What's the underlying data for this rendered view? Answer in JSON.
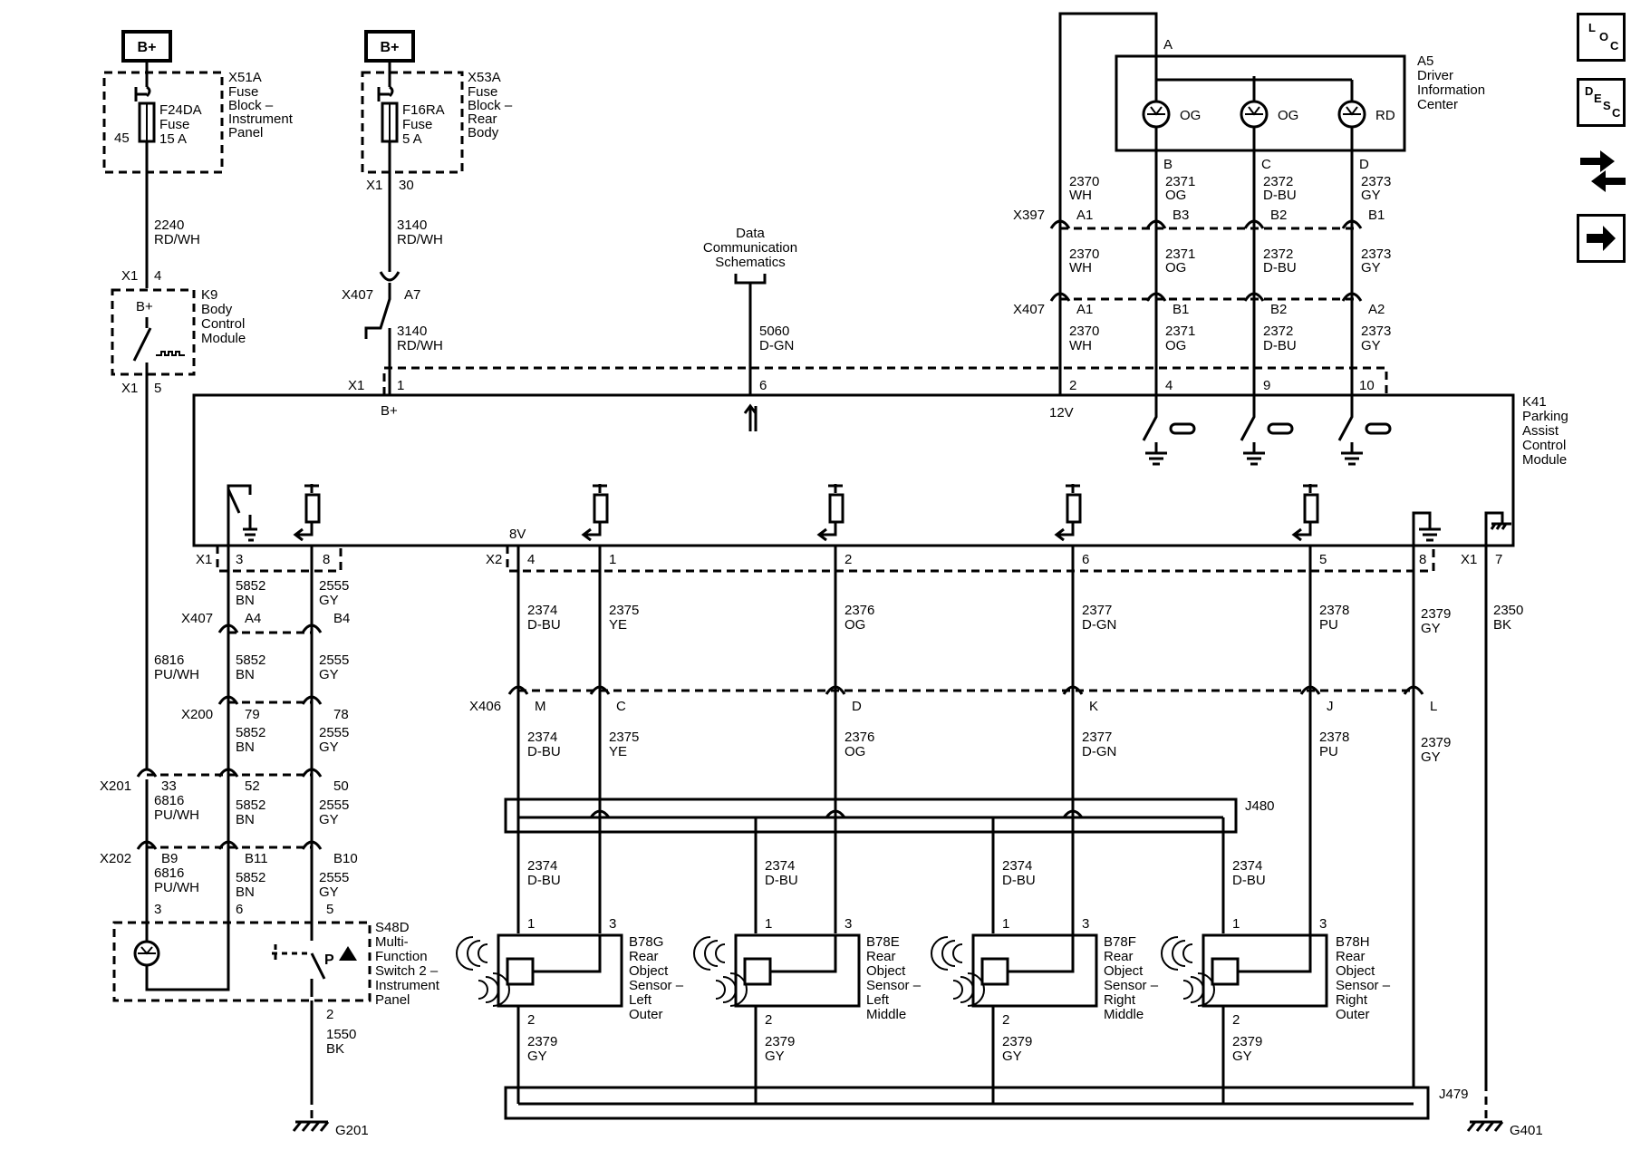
{
  "power": {
    "left": "B+",
    "mid": "B+"
  },
  "fuse_left": {
    "id": "X51A",
    "title": [
      "Fuse",
      "Block –",
      "Instrument",
      "Panel"
    ],
    "fuse": [
      "F24DA",
      "Fuse",
      "15 A"
    ],
    "pin": "45"
  },
  "fuse_mid": {
    "id": "X53A",
    "title": [
      "Fuse",
      "Block –",
      "Rear",
      "Body"
    ],
    "fuse": [
      "F16RA",
      "Fuse",
      "5 A"
    ],
    "x1": "X1",
    "pin": "30"
  },
  "bcm": {
    "title": [
      "K9",
      "Body",
      "Control",
      "Module"
    ],
    "bplus": "B+",
    "x1a": "X1",
    "pin4": "4",
    "x1b": "X1",
    "pin5": "5"
  },
  "wires": {
    "w2240": [
      "2240",
      "RD/WH"
    ],
    "w3140a": [
      "3140",
      "RD/WH"
    ],
    "w3140b": [
      "3140",
      "RD/WH"
    ],
    "w5060": [
      "5060",
      "D-GN"
    ],
    "w2370a": [
      "2370",
      "WH"
    ],
    "w2371a": [
      "2371",
      "OG"
    ],
    "w2372a": [
      "2372",
      "D-BU"
    ],
    "w2373a": [
      "2373",
      "GY"
    ],
    "w2370b": [
      "2370",
      "WH"
    ],
    "w2371b": [
      "2371",
      "OG"
    ],
    "w2372b": [
      "2372",
      "D-BU"
    ],
    "w2373b": [
      "2373",
      "GY"
    ],
    "w2370c": [
      "2370",
      "WH"
    ],
    "w2371c": [
      "2371",
      "OG"
    ],
    "w2372c": [
      "2372",
      "D-BU"
    ],
    "w2373c": [
      "2373",
      "GY"
    ]
  },
  "dc_schem": [
    "Data",
    "Communication",
    "Schematics"
  ],
  "x407top": {
    "label": "X407",
    "pin": "A7"
  },
  "dic": {
    "title": [
      "A5",
      "Driver",
      "Information",
      "Center"
    ],
    "pinA": "A",
    "lamps": [
      "OG",
      "OG",
      "RD"
    ],
    "pins": [
      "B",
      "C",
      "D"
    ]
  },
  "x397": {
    "label": "X397",
    "pins": [
      "A1",
      "B3",
      "B2",
      "B1"
    ]
  },
  "x407b": {
    "label": "X407",
    "pins": [
      "A1",
      "B1",
      "B2",
      "A2"
    ]
  },
  "k41": {
    "title": [
      "K41",
      "Parking",
      "Assist",
      "Control",
      "Module"
    ],
    "x1": "X1",
    "pins_top": [
      "1",
      "6",
      "2",
      "4",
      "9",
      "10"
    ],
    "bplus": "B+",
    "v12": "12V",
    "v8": "8V",
    "x1b": "X1",
    "pins_b1": [
      "3",
      "8"
    ],
    "x2": "X2",
    "pins_b2": [
      "4",
      "1",
      "2",
      "6",
      "5",
      "8"
    ],
    "x1c": "X1",
    "pin7": "7"
  },
  "lower_wires": {
    "a": [
      [
        "5852",
        "BN"
      ],
      [
        "2555",
        "GY"
      ]
    ],
    "s": [
      [
        "2374",
        "D-BU"
      ],
      [
        "2375",
        "YE"
      ],
      [
        "2376",
        "OG"
      ],
      [
        "2377",
        "D-GN"
      ],
      [
        "2378",
        "PU"
      ],
      [
        "2379",
        "GY"
      ],
      [
        "2350",
        "BK"
      ]
    ],
    "x407c": {
      "label": "X407",
      "pins": [
        "A4",
        "B4"
      ]
    },
    "b": [
      [
        "6816",
        "PU/WH"
      ],
      [
        "5852",
        "BN"
      ],
      [
        "2555",
        "GY"
      ]
    ],
    "x200": {
      "label": "X200",
      "pins": [
        "79",
        "78"
      ]
    },
    "c": [
      [
        "5852",
        "BN"
      ],
      [
        "2555",
        "GY"
      ]
    ],
    "x201": {
      "label": "X201",
      "pins": [
        "33",
        "52",
        "50"
      ]
    },
    "d": [
      [
        "6816",
        "PU/WH"
      ],
      [
        "5852",
        "BN"
      ],
      [
        "2555",
        "GY"
      ]
    ],
    "x202": {
      "label": "X202",
      "pins": [
        "B9",
        "B11",
        "B10"
      ]
    },
    "e": [
      [
        "6816",
        "PU/WH"
      ],
      [
        "5852",
        "BN"
      ],
      [
        "2555",
        "GY"
      ]
    ],
    "spins": [
      "3",
      "6",
      "5"
    ],
    "x406": {
      "label": "X406",
      "pins": [
        "M",
        "C",
        "D",
        "K",
        "J",
        "L"
      ]
    },
    "f": [
      [
        "2374",
        "D-BU"
      ],
      [
        "2375",
        "YE"
      ],
      [
        "2376",
        "OG"
      ],
      [
        "2377",
        "D-GN"
      ],
      [
        "2378",
        "PU"
      ],
      [
        "2379",
        "GY"
      ]
    ],
    "g": [
      [
        "2374",
        "D-BU"
      ],
      [
        "2374",
        "D-BU"
      ],
      [
        "2374",
        "D-BU"
      ],
      [
        "2374",
        "D-BU"
      ]
    ],
    "h": [
      [
        "2379",
        "GY"
      ],
      [
        "2379",
        "GY"
      ],
      [
        "2379",
        "GY"
      ],
      [
        "2379",
        "GY"
      ]
    ],
    "w1550": [
      "1550",
      "BK"
    ],
    "pin2": "2"
  },
  "splices": {
    "j480": "J480",
    "j479": "J479"
  },
  "switch": {
    "title": [
      "S48D",
      "Multi-",
      "Function",
      "Switch 2 –",
      "Instrument",
      "Panel"
    ]
  },
  "sensors": [
    {
      "title": [
        "B78G",
        "Rear",
        "Object",
        "Sensor –",
        "Left",
        "Outer"
      ],
      "p1": "1",
      "p3": "3",
      "p2": "2"
    },
    {
      "title": [
        "B78E",
        "Rear",
        "Object",
        "Sensor –",
        "Left",
        "Middle"
      ],
      "p1": "1",
      "p3": "3",
      "p2": "2"
    },
    {
      "title": [
        "B78F",
        "Rear",
        "Object",
        "Sensor –",
        "Right",
        "Middle"
      ],
      "p1": "1",
      "p3": "3",
      "p2": "2"
    },
    {
      "title": [
        "B78H",
        "Rear",
        "Object",
        "Sensor –",
        "Right",
        "Outer"
      ],
      "p1": "1",
      "p3": "3",
      "p2": "2"
    }
  ],
  "grounds": {
    "g201": "G201",
    "g401": "G401"
  },
  "nav": {
    "loc": [
      "L",
      "O",
      "C"
    ],
    "desc": [
      "D",
      "E",
      "S",
      "C"
    ]
  }
}
